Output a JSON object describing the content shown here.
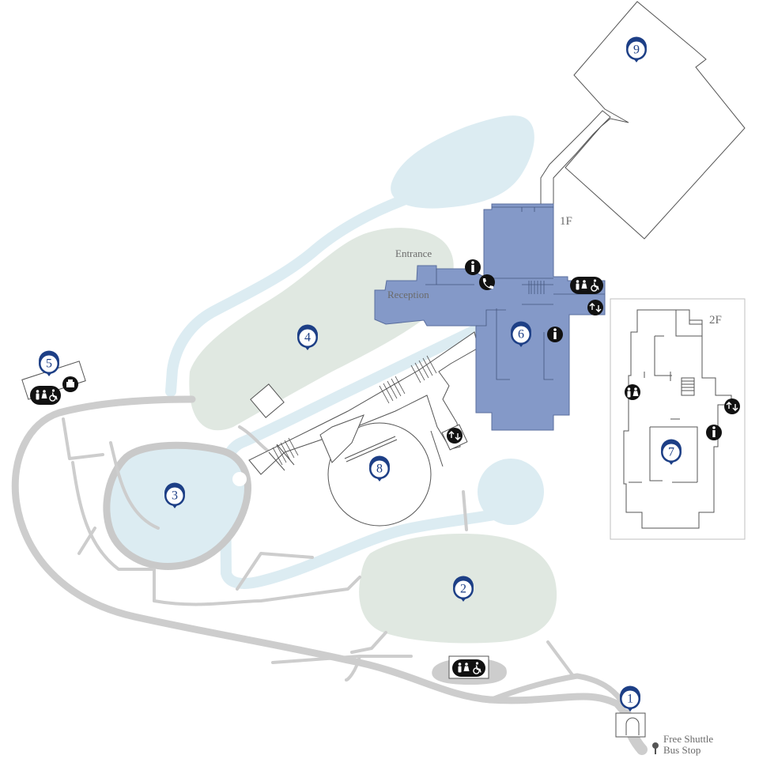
{
  "map": {
    "floor_labels": {
      "first_floor": "1F",
      "second_floor": "2F"
    },
    "labels": {
      "entrance": "Entrance",
      "reception": "Reception"
    },
    "bus_stop": {
      "line1": "Free Shuttle",
      "line2": "Bus Stop"
    },
    "markers": [
      {
        "num": "1",
        "target": "Free Shuttle Bus Stop"
      },
      {
        "num": "2",
        "target": "lawn"
      },
      {
        "num": "3",
        "target": "pond"
      },
      {
        "num": "4",
        "target": "lawn"
      },
      {
        "num": "5",
        "target": "restrooms"
      },
      {
        "num": "6",
        "target": "1F building"
      },
      {
        "num": "7",
        "target": "2F building"
      },
      {
        "num": "8",
        "target": "circular hall"
      },
      {
        "num": "9",
        "target": "annex"
      }
    ],
    "icons": [
      "toilet-icon",
      "accessible-toilet-icon",
      "info-icon",
      "phone-icon",
      "elevator-icon",
      "bus-stop-icon",
      "locker-icon"
    ],
    "colors": {
      "building": "#8499c8",
      "lawn": "#e0e8e1",
      "water": "#dcecf2",
      "path": "#cdcdcd",
      "marker": "#1d3f86",
      "outline": "#555555"
    }
  }
}
